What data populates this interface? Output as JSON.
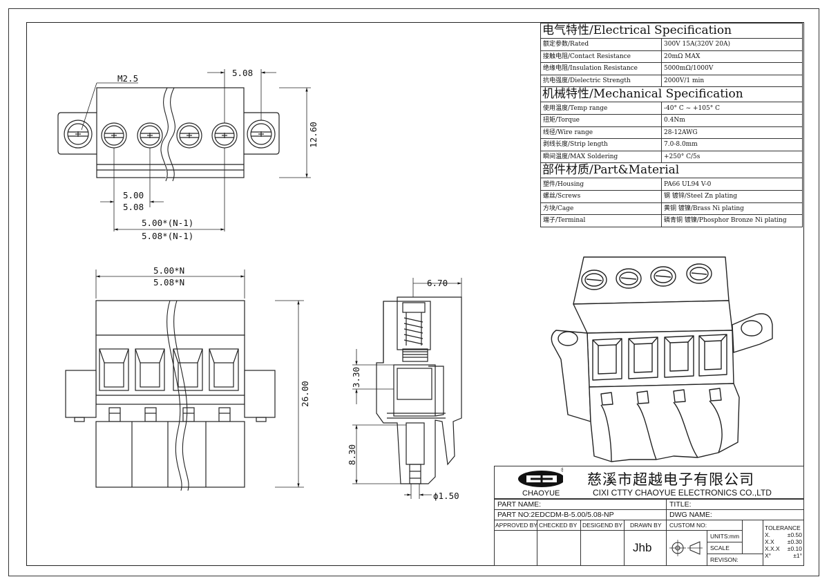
{
  "dimensions": {
    "m25": "M2.5",
    "p508_top": "5.08",
    "h1260": "12.60",
    "p500": "5.00",
    "p508": "5.08",
    "n1_500": "5.00*(N-1)",
    "n1_508": "5.08*(N-1)",
    "n_500": "5.00*N",
    "n_508": "5.08*N",
    "h2600": "26.00",
    "w670": "6.70",
    "h330": "3.30",
    "h830": "8.30",
    "d150": "ϕ1.50"
  },
  "spec": {
    "electrical_title": "电气特性/Electrical Specification",
    "electrical": [
      {
        "k": "额定参数/Rated",
        "v": "300V  15A(320V  20A)"
      },
      {
        "k": "接触电阻/Contact Resistance",
        "v": "20mΩ MAX"
      },
      {
        "k": "绝缘电阻/Insulation Resistance",
        "v": "5000mΩ/1000V"
      },
      {
        "k": "抗电强度/Dielectric Strength",
        "v": "2000V/1 min"
      }
    ],
    "mechanical_title": "机械特性/Mechanical Specification",
    "mechanical": [
      {
        "k": "使用温度/Temp range",
        "v": "-40° C ~ +105° C"
      },
      {
        "k": "扭矩/Torque",
        "v": "0.4Nm"
      },
      {
        "k": "线径/Wire range",
        "v": "28-12AWG"
      },
      {
        "k": "剥线长度/Strip length",
        "v": "7.0-8.0mm"
      },
      {
        "k": "瞬间温度/MAX Soldering",
        "v": "+250° C/5s"
      }
    ],
    "material_title": "部件材质/Part&Material",
    "material": [
      {
        "k": "塑件/Housing",
        "v": "PA66 UL94 V-0"
      },
      {
        "k": "螺丝/Screws",
        "v": "钢 镀锌/Steel Zn plating"
      },
      {
        "k": "方块/Cage",
        "v": "黄铜 镀镍/Brass Ni plating"
      },
      {
        "k": "端子/Terminal",
        "v": "磷青铜 镀镍/Phosphor Bronze Ni plating"
      }
    ]
  },
  "title_block": {
    "logo_text": "CHAOYUE",
    "registered": "®",
    "company_cn": "慈溪市超越电子有限公司",
    "company_en": "CIXI CTTY CHAOYUE ELECTRONICS CO.,LTD",
    "part_name_label": "PART NAME:",
    "title_label": "TITLE:",
    "part_no_label": "PART NO:2EDCDM-B-5.00/5.08-NP",
    "dwg_name_label": "DWG NAME:",
    "approved_by": "APPROVED BY",
    "checked_by": "CHECKED BY",
    "designed_by": "DESIGEND BY",
    "drawn_by": "DRAWN BY",
    "drawer": "Jhb",
    "custom_no": "CUSTOM NO:",
    "units": "UNITS:mm",
    "scale": "SCALE",
    "revision": "REVISON:",
    "tolerance_title": "TOLERANCE",
    "tolerance": [
      {
        "k": "X.",
        "v": "±0.50"
      },
      {
        "k": "X.X",
        "v": "±0.30"
      },
      {
        "k": "X.X.X",
        "v": "±0.10"
      },
      {
        "k": "X°",
        "v": "±1°"
      }
    ]
  }
}
